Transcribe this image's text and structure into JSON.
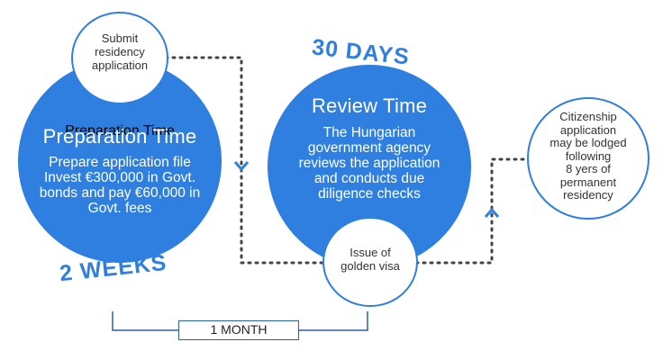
{
  "prep": {
    "title": "Preparation Time",
    "desc": [
      "Prepare application file",
      "Invest €300,000 in Govt.",
      "bonds and pay €60,000 in",
      "Govt. fees"
    ],
    "duration": "2 WEEKS"
  },
  "submit": {
    "lines": [
      "Submit",
      "residency",
      "application"
    ]
  },
  "review": {
    "title": "Review Time",
    "desc": [
      "The Hungarian",
      "government agency",
      "reviews the application",
      "and conducts due",
      "diligence checks"
    ],
    "duration": "30 DAYS"
  },
  "visa": {
    "lines": [
      "Issue of",
      "golden visa"
    ]
  },
  "citizenship": {
    "lines": [
      "Citizenship",
      "application",
      "may be lodged",
      "following",
      "8 yers of",
      "permanent",
      "residency"
    ]
  },
  "timeline": {
    "label": "1 MONTH"
  },
  "colors": {
    "primary": "#2f7fe0",
    "dots": "#444444",
    "bracket": "#2a5fa8"
  }
}
